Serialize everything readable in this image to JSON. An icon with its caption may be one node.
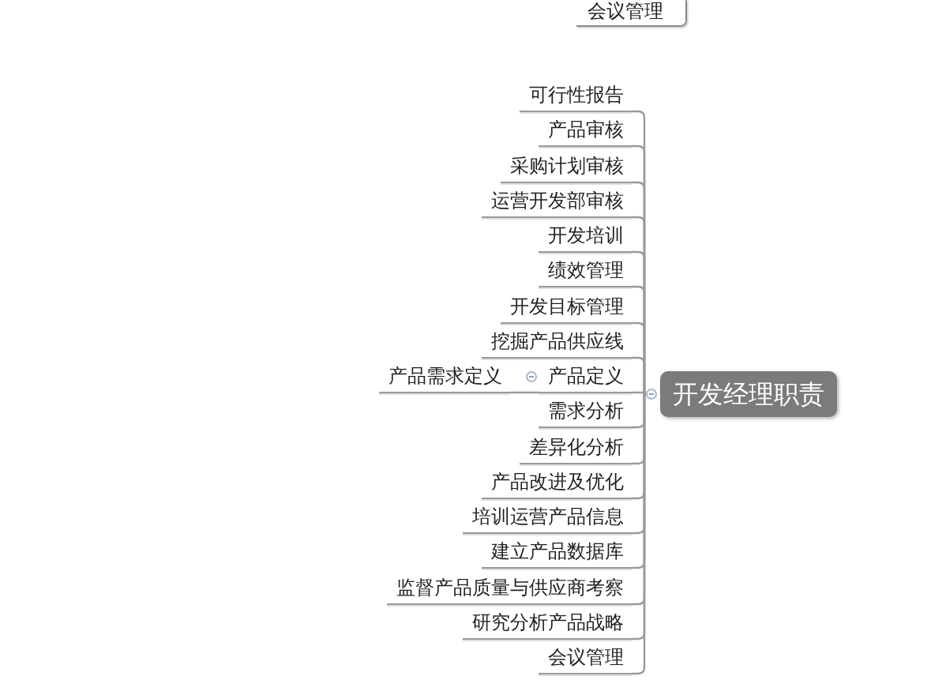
{
  "diagram": {
    "nodes": [
      {
        "text": [
          "会议管理"
        ]
      },
      {
        "text": [
          "开发经理职责"
        ]
      },
      {
        "text": [
          "可行性报告"
        ]
      },
      {
        "text": [
          "产品审核"
        ]
      },
      {
        "text": [
          "采购计划审核"
        ]
      },
      {
        "text": [
          "运营开发部审核"
        ]
      },
      {
        "text": [
          "开发培训"
        ]
      },
      {
        "text": [
          "绩效管理"
        ]
      },
      {
        "text": [
          "开发目标管理"
        ]
      },
      {
        "text": [
          "挖掘产品供应线"
        ]
      },
      {
        "text": [
          "产品定义"
        ]
      },
      {
        "text": [
          "产品需求定义"
        ]
      },
      {
        "text": [
          "需求分析"
        ]
      },
      {
        "text": [
          "差异化分析"
        ]
      },
      {
        "text": [
          "产品改进及优化"
        ]
      },
      {
        "text": [
          "培训运营产品信息"
        ]
      },
      {
        "text": [
          "建立产品数据库"
        ]
      },
      {
        "text": [
          "监督产品质量与供应商考察"
        ]
      },
      {
        "text": [
          "研究分析产品战略"
        ]
      },
      {
        "text": [
          "会议管理"
        ]
      }
    ],
    "edges": [
      {
        "from": 1,
        "to": 2,
        "arrow": "none"
      },
      {
        "from": 1,
        "to": 3,
        "arrow": "none"
      },
      {
        "from": 1,
        "to": 4,
        "arrow": "none"
      },
      {
        "from": 1,
        "to": 5,
        "arrow": "none"
      },
      {
        "from": 1,
        "to": 6,
        "arrow": "none"
      },
      {
        "from": 1,
        "to": 7,
        "arrow": "none"
      },
      {
        "from": 1,
        "to": 8,
        "arrow": "none"
      },
      {
        "from": 1,
        "to": 9,
        "arrow": "none"
      },
      {
        "from": 1,
        "to": 10,
        "arrow": "none"
      },
      {
        "from": 10,
        "to": 11,
        "arrow": "none"
      },
      {
        "from": 1,
        "to": 12,
        "arrow": "none"
      },
      {
        "from": 1,
        "to": 13,
        "arrow": "none"
      },
      {
        "from": 1,
        "to": 14,
        "arrow": "none"
      },
      {
        "from": 1,
        "to": 15,
        "arrow": "none"
      },
      {
        "from": 1,
        "to": 16,
        "arrow": "none"
      },
      {
        "from": 1,
        "to": 17,
        "arrow": "none"
      },
      {
        "from": 1,
        "to": 18,
        "arrow": "none"
      },
      {
        "from": 1,
        "to": 19,
        "arrow": "none"
      }
    ]
  }
}
